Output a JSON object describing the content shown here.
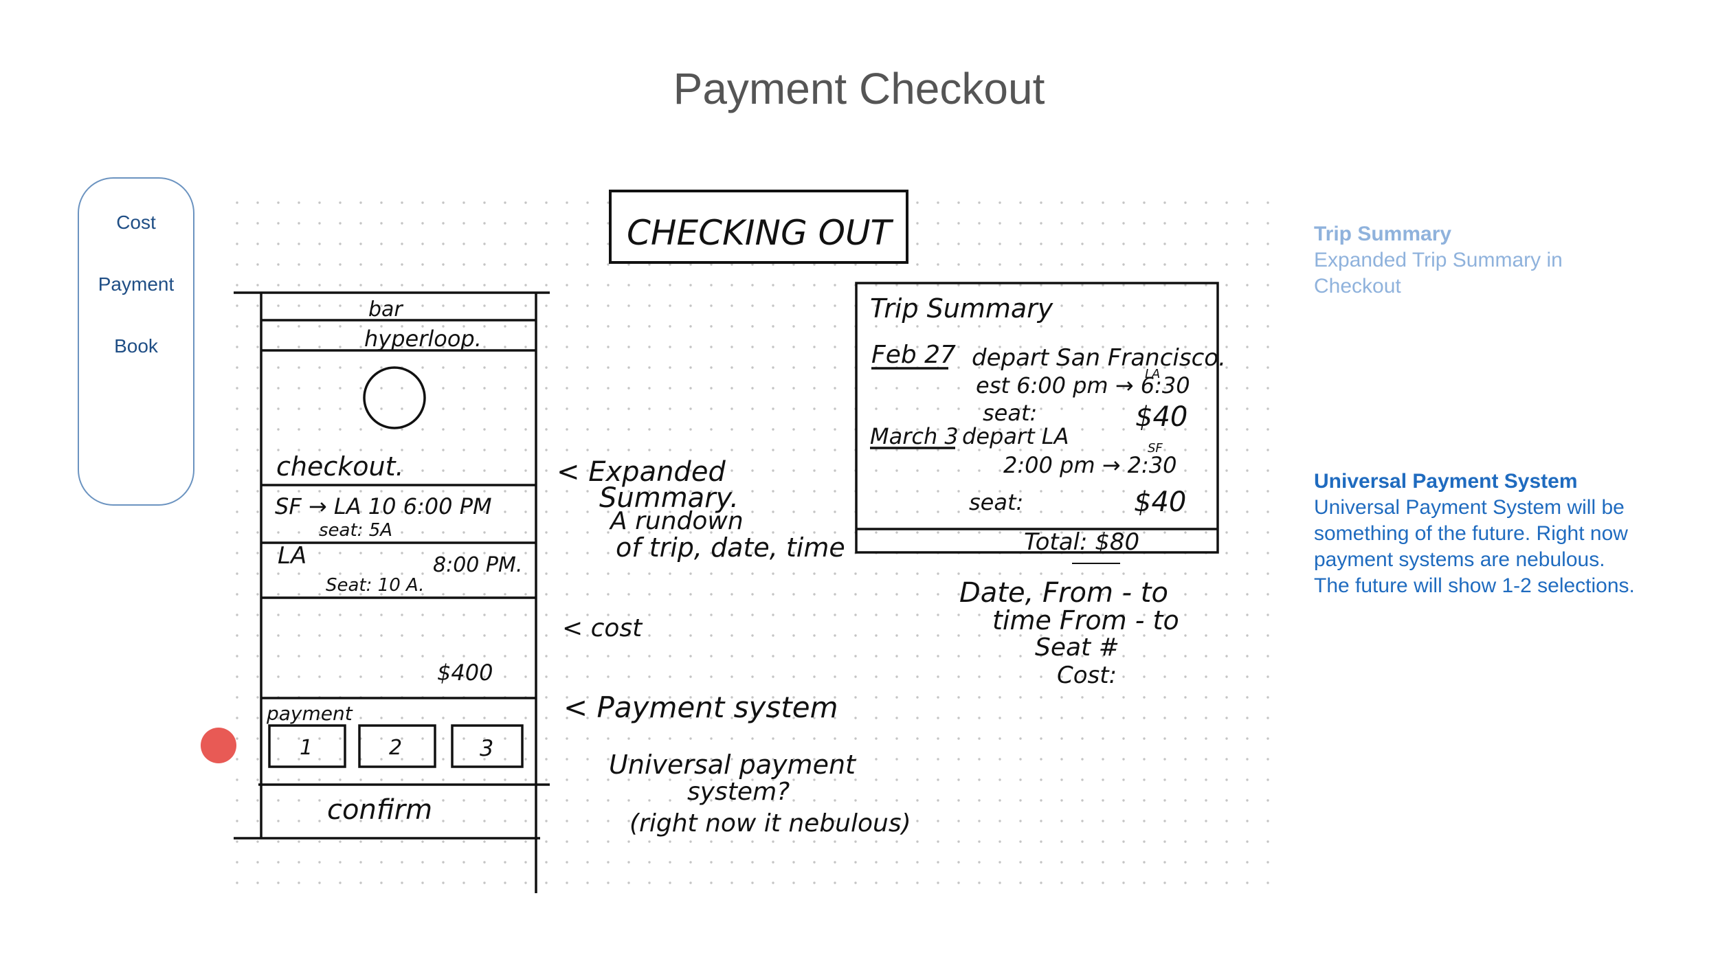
{
  "page": {
    "title": "Payment Checkout"
  },
  "side_nav": {
    "items": [
      {
        "label": "Cost"
      },
      {
        "label": "Payment"
      },
      {
        "label": "Book"
      }
    ]
  },
  "sketch": {
    "header": "CHECKING OUT",
    "phone": {
      "bar_label": "bar",
      "brand": "hyperloop.",
      "section_checkout": "checkout.",
      "row1_route": "SF → LA 10 6:00 PM",
      "row1_seat": "seat: 5A",
      "row2_city": "LA",
      "row2_seat": "Seat: 10 A.",
      "row2_time": "8:00 PM.",
      "cost": "$400",
      "section_payment": "payment",
      "payment_options": [
        "1",
        "2",
        "3"
      ],
      "confirm": "confirm"
    },
    "notes": {
      "expanded_1": "< Expanded",
      "expanded_2": "Summary.",
      "expanded_3": "A rundown",
      "expanded_4": "of trip, date, time",
      "cost": "< cost",
      "payment_1": "< Payment system",
      "payment_2": "Universal payment",
      "payment_3": "system?",
      "payment_4": "(right now it nebulous)"
    },
    "trip_summary": {
      "title": "Trip Summary",
      "d1_date": "Feb 27",
      "d1_depart": "depart San Francisco.",
      "d1_times": "est 6:00 pm → 6:30",
      "d1_city": "LA",
      "d1_seat": "seat:",
      "d1_price": "$40",
      "d2_date": "March 3",
      "d2_depart": "depart LA",
      "d2_city": "SF",
      "d2_times": "2:00 pm → 2:30",
      "d2_seat": "seat:",
      "d2_price": "$40",
      "total": "Total: $80"
    },
    "fields_note": {
      "line1": "Date, From - to",
      "line2": "time From - to",
      "line3": "Seat #",
      "line4": "Cost:"
    }
  },
  "annotations": {
    "trip_summary": {
      "heading": "Trip Summary",
      "body": "Expanded Trip Summary in Checkout"
    },
    "universal_payment": {
      "heading": "Universal Payment System",
      "body": "Universal Payment System will be something of the future. Right now payment systems are nebulous. The future will show 1-2 selections."
    }
  },
  "colors": {
    "title": "#555555",
    "nav": "#1f4e85",
    "nav_border": "#6b93c0",
    "anno_light": "#8fb2dc",
    "anno_dark": "#1f6bbf",
    "marker": "#e85a55"
  }
}
